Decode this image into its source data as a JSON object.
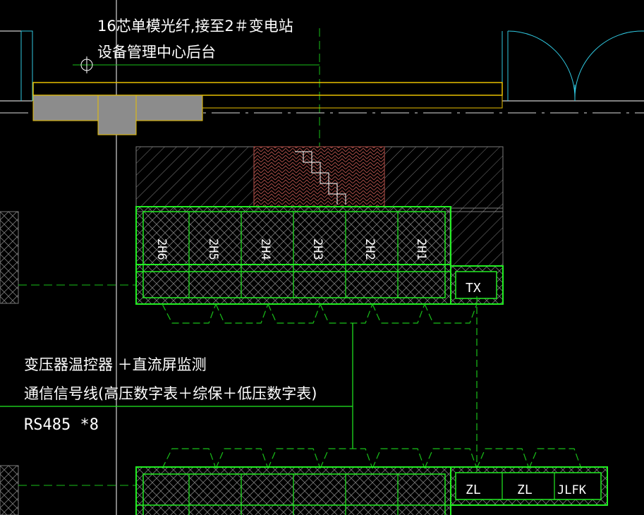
{
  "drawing": {
    "top_note": {
      "line1": "16芯单模光纤,接至2＃变电站",
      "line2": "设备管理中心后台"
    },
    "bottom_note": {
      "line1": "变压器温控器 ＋直流屏监测",
      "line2": "通信信号线(高压数字表＋综保＋低压数字表)",
      "line3": "RS485  *8"
    },
    "upper_cabinets": [
      "2H6",
      "2H5",
      "2H4",
      "2H3",
      "2H2",
      "2H1"
    ],
    "upper_side_cabinet": "TX",
    "lower_side_cabinets": [
      "ZL",
      "ZL",
      "JLFK"
    ]
  },
  "colors": {
    "background": "#000000",
    "cabinet_green": "#22ee22",
    "dashed_green": "#19c019",
    "hatch_gray": "#8a8a8a",
    "brick_red": "#b0504a",
    "door_cyan": "#30c8e0",
    "tray_yellow": "#e8c000",
    "slab_gray": "#8c8c8c",
    "text_white": "#ffffff"
  }
}
